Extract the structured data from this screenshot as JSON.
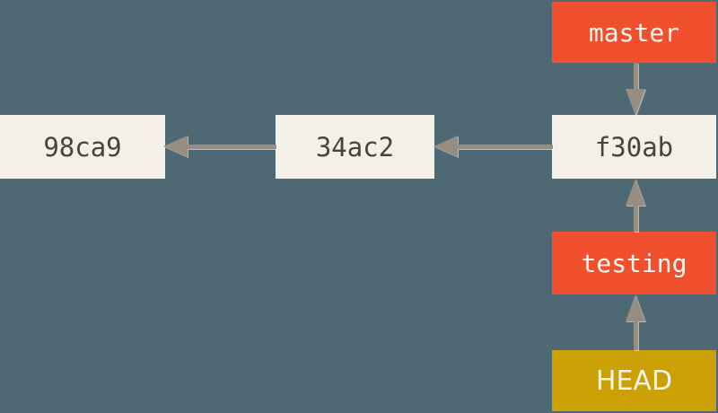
{
  "diagram": {
    "type": "git-branch-diagram",
    "commits": [
      {
        "id": "98ca9",
        "label": "98ca9"
      },
      {
        "id": "34ac2",
        "label": "34ac2",
        "parent": "98ca9"
      },
      {
        "id": "f30ab",
        "label": "f30ab",
        "parent": "34ac2"
      }
    ],
    "branches": [
      {
        "name": "master",
        "label": "master",
        "points_to": "f30ab"
      },
      {
        "name": "testing",
        "label": "testing",
        "points_to": "f30ab"
      }
    ],
    "head": {
      "label": "HEAD",
      "points_to": "testing"
    },
    "edges": [
      {
        "from": "34ac2",
        "to": "98ca9",
        "direction": "left"
      },
      {
        "from": "f30ab",
        "to": "34ac2",
        "direction": "left"
      },
      {
        "from": "master",
        "to": "f30ab",
        "direction": "down"
      },
      {
        "from": "testing",
        "to": "f30ab",
        "direction": "up"
      },
      {
        "from": "HEAD",
        "to": "testing",
        "direction": "up"
      }
    ],
    "colors": {
      "bg": "#4e6973",
      "branch": "#f1502f",
      "commit": "#f2f0e9",
      "head": "#cba004",
      "arrow": "#988d81",
      "commit_text": "#4a433c",
      "light_text": "#f7f4ee"
    }
  }
}
